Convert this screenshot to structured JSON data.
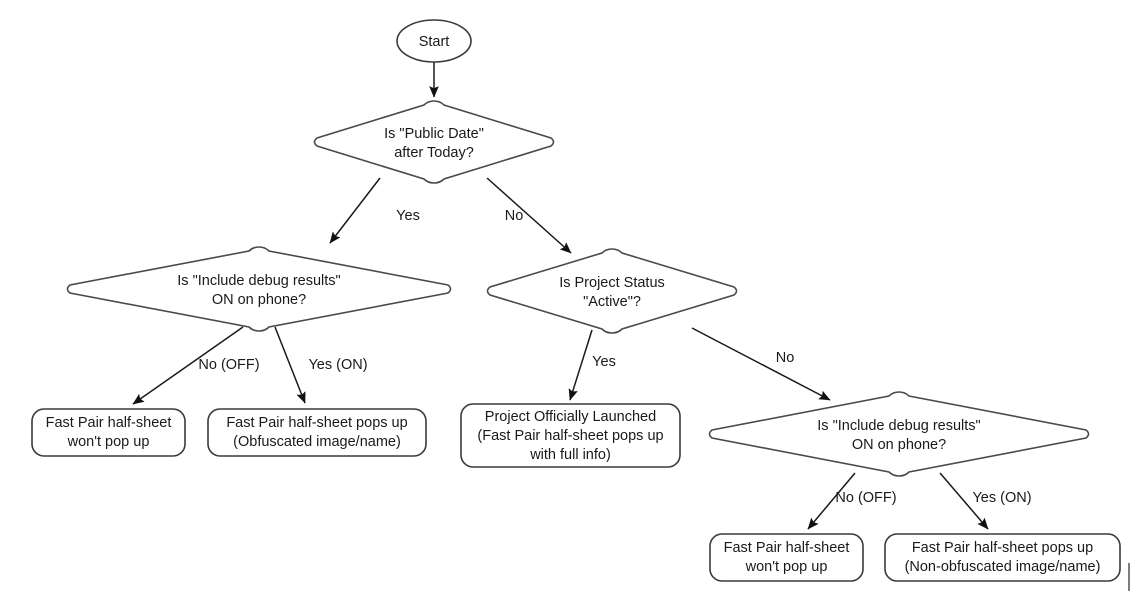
{
  "diagram": {
    "title": "Fast Pair half-sheet decision flowchart",
    "background_color": "#ffffff",
    "stroke_color": "#1a1a1a",
    "shape_stroke_color": "#4a4a4a",
    "text_color": "#1a1a1a"
  },
  "nodes": {
    "start": {
      "id": "start",
      "shape": "ellipse",
      "lines": [
        "Start"
      ],
      "line1": "Start"
    },
    "d_public_date": {
      "id": "d_public_date",
      "shape": "diamond",
      "lines": [
        "Is \"Public Date\"",
        "after Today?"
      ],
      "line1": "Is \"Public Date\"",
      "line2": "after Today?"
    },
    "d_debug_left": {
      "id": "d_debug_left",
      "shape": "diamond",
      "lines": [
        "Is \"Include debug results\"",
        "ON on phone?"
      ],
      "line1": "Is \"Include debug results\"",
      "line2": "ON on phone?"
    },
    "d_project_status": {
      "id": "d_project_status",
      "shape": "diamond",
      "lines": [
        "Is Project Status",
        "\"Active\"?"
      ],
      "line1": "Is Project Status",
      "line2": "\"Active\"?"
    },
    "d_debug_right": {
      "id": "d_debug_right",
      "shape": "diamond",
      "lines": [
        "Is \"Include debug results\"",
        "ON on phone?"
      ],
      "line1": "Is \"Include debug results\"",
      "line2": "ON on phone?"
    },
    "r_no_popup_left": {
      "id": "r_no_popup_left",
      "shape": "rounded-rect",
      "lines": [
        "Fast Pair half-sheet",
        "won't pop up"
      ],
      "line1": "Fast Pair half-sheet",
      "line2": "won't pop up"
    },
    "r_obfuscated": {
      "id": "r_obfuscated",
      "shape": "rounded-rect",
      "lines": [
        "Fast Pair half-sheet pops up",
        "(Obfuscated image/name)"
      ],
      "line1": "Fast Pair half-sheet pops up",
      "line2": "(Obfuscated image/name)"
    },
    "r_launched": {
      "id": "r_launched",
      "shape": "rounded-rect",
      "lines": [
        "Project Officially Launched",
        "(Fast Pair half-sheet pops up",
        "with full info)"
      ],
      "line1": "Project Officially Launched",
      "line2": "(Fast Pair half-sheet pops up",
      "line3": "with full info)"
    },
    "r_no_popup_right": {
      "id": "r_no_popup_right",
      "shape": "rounded-rect",
      "lines": [
        "Fast Pair half-sheet",
        "won't pop up"
      ],
      "line1": "Fast Pair half-sheet",
      "line2": "won't pop up"
    },
    "r_non_obfuscated": {
      "id": "r_non_obfuscated",
      "shape": "rounded-rect",
      "lines": [
        "Fast Pair half-sheet pops up",
        "(Non-obfuscated image/name)"
      ],
      "line1": "Fast Pair half-sheet pops up",
      "line2": "(Non-obfuscated image/name)"
    }
  },
  "edges": {
    "start_to_public_date": {
      "label": ""
    },
    "public_date_yes": {
      "label": "Yes"
    },
    "public_date_no": {
      "label": "No"
    },
    "debug_left_off": {
      "label": "No (OFF)"
    },
    "debug_left_on": {
      "label": "Yes (ON)"
    },
    "project_status_yes": {
      "label": "Yes"
    },
    "project_status_no": {
      "label": "No"
    },
    "debug_right_off": {
      "label": "No (OFF)"
    },
    "debug_right_on": {
      "label": "Yes (ON)"
    }
  }
}
